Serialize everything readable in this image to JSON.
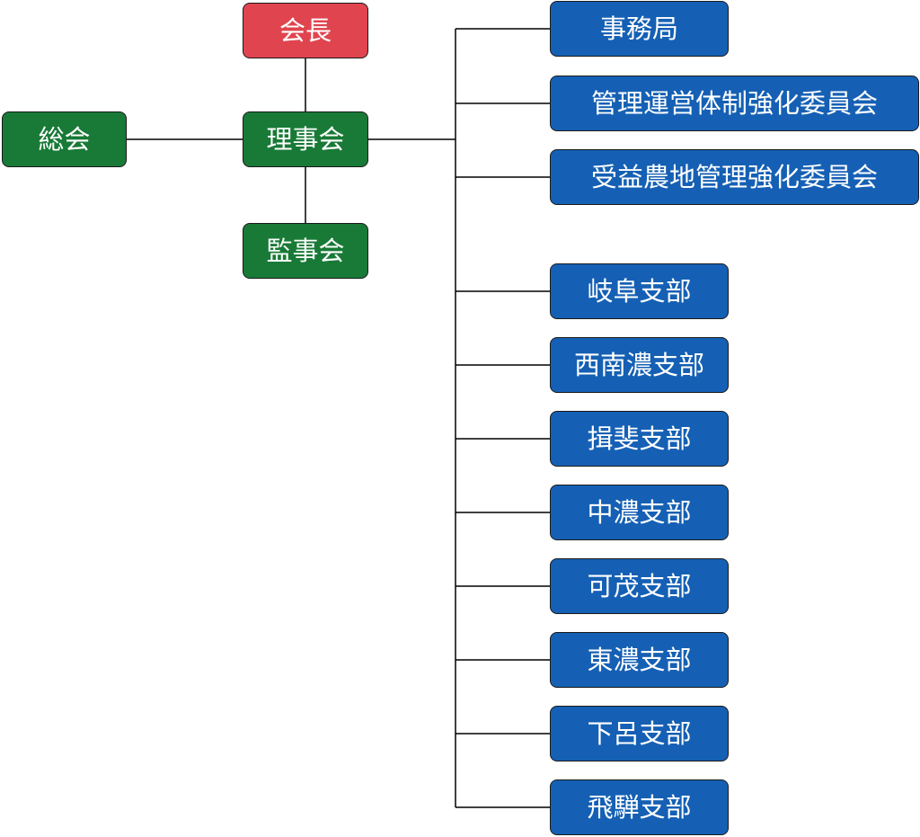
{
  "top": {
    "chairman": "会長",
    "general_assembly": "総会",
    "board_of_directors": "理事会",
    "board_of_auditors": "監事会"
  },
  "units": {
    "secretariat": "事務局",
    "management_committee": "管理運営体制強化委員会",
    "beneficiary_land_committee": "受益農地管理強化委員会"
  },
  "branches": [
    "岐阜支部",
    "西南濃支部",
    "揖斐支部",
    "中濃支部",
    "可茂支部",
    "東濃支部",
    "下呂支部",
    "飛騨支部"
  ],
  "colors": {
    "chairman": "#e0454f",
    "governance": "#187a36",
    "units": "#1560b4",
    "line": "#000000"
  }
}
